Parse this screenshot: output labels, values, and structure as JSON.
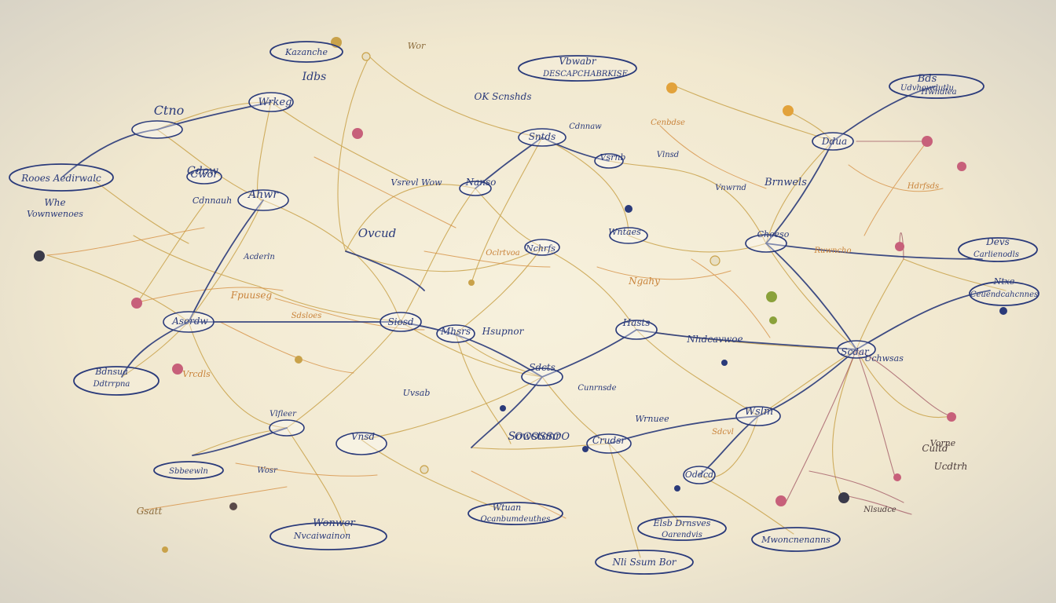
{
  "colors": {
    "background": "#f3ebd3",
    "navy": "#2a3a7a",
    "gold": "#c9a24a",
    "orange": "#d48a3a",
    "rose": "#c7607a",
    "maroon": "#8a3a3a"
  },
  "labels": {
    "l_top_center": "Wor",
    "l_top_right": "Udvhowdutlu",
    "l_lower_right_a": "Cultd",
    "l_lower_right_b": "Ucdtrh",
    "l_bottom_center": "Sowstonr",
    "l_bottom_left": "Gsatt",
    "l_header_center": "Idbs"
  },
  "pill_labels": {
    "p_top_left": "Kazanche",
    "p_top_center": "Vbwabr",
    "p_top_center_sub": "DESCAPCHABRKISE",
    "p_top_right": "Bds",
    "p_top_right_sub": "Hwhdlea",
    "p_left": "Rooes Aedirwalc",
    "p_left_stack_a": "Whe",
    "p_left_stack_b": "Vownwenoes",
    "p_right_a": "Devs",
    "p_right_a_sub": "Carlienodls",
    "p_right_b": "Ntxe",
    "p_right_b_sub": "Ceuendcahcnnes",
    "p_bottom_left": "Wonwer",
    "p_bottom_left_sub": "Nvcaiwainon",
    "p_bottom_center_left": "Wtuan",
    "p_bottom_center_left_sub": "Ocanbumdeuthes",
    "p_bottom_center": "Nli Ssum Bor",
    "p_bottom_center_right": "Elsb Drnsves",
    "p_bottom_center_right_sub": "Oarendvis",
    "p_bottom_right": "Mwoncnenanns",
    "p_lower_left": "Sbbeewln",
    "p_far_left": "Bdnsua",
    "p_far_left_sub": "Ddtrrpna"
  },
  "hub_labels": {
    "h1": "Ctno",
    "h2": "Wrkeg",
    "h3": "Cdow",
    "h4": "Ahwr",
    "h5": "Aserdw",
    "h6": "Nanso",
    "h7": "Sntds",
    "h8": "Vsrnb",
    "h9": "Wntaes",
    "h10": "Nchrfs",
    "h11": "Cheeso",
    "h12": "Ddua",
    "h13": "Siosd",
    "h14": "Mhsrs",
    "h15": "Hasts",
    "h16": "Sdcts",
    "h17": "Scdar",
    "h18": "Wslm",
    "h19": "Crudsr",
    "h20": "Vnsd",
    "h21": "Oddcd"
  },
  "small_labels": {
    "s1": "OK Scnshds",
    "s2": "Cdnnaw",
    "s3": "Vsrevl Wow",
    "s4": "Ovcud",
    "s5": "Ngahy",
    "s6": "Cdnnauh",
    "s7": "Fpuuseg",
    "s8": "Vrcdls",
    "s9": "Hsupnor",
    "s10": "Uvsab",
    "s11": "Uchwsas",
    "s12": "Nhdcavwoe",
    "s13": "Wrnuee",
    "s14": "Brnwels",
    "s15": "OCOSSOO",
    "s16": "Vorne",
    "s17": "Sdsloes",
    "s18": "Vlfleer",
    "s19": "Cenbdse",
    "s20": "Hdrfsds",
    "s21": "Ruwncho",
    "s22": "Vnwrnd",
    "s23": "Vlnsd",
    "s24": "Cwor",
    "s25": "Acderln",
    "s26": "Oclrtvoa",
    "s27": "Cunrnsde",
    "s28": "Sdcvl",
    "s29": "Nlsudce",
    "s30": "Wosr"
  }
}
